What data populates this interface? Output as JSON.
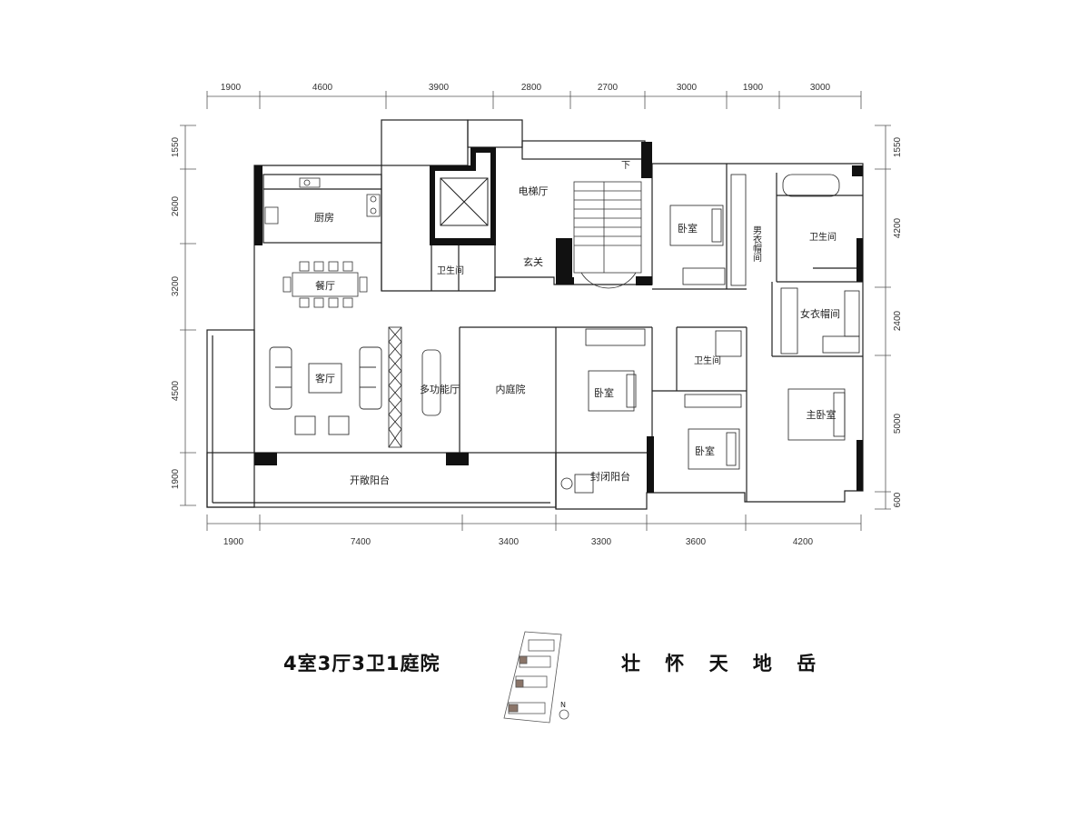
{
  "dimensions": {
    "top": [
      "1900",
      "4600",
      "3900",
      "2800",
      "2700",
      "3000",
      "1900",
      "3000"
    ],
    "bottom": [
      "1900",
      "7400",
      "3400",
      "3300",
      "3600",
      "4200"
    ],
    "left": [
      "1550",
      "2600",
      "3200",
      "4500",
      "1900"
    ],
    "right": [
      "1550",
      "4200",
      "2400",
      "5000",
      "600"
    ]
  },
  "rooms": {
    "kitchen": "厨房",
    "dining": "餐厅",
    "living": "客厅",
    "multifunction": "多功能厅",
    "courtyard": "内庭院",
    "open_balcony": "开敞阳台",
    "closed_balcony": "封闭阳台",
    "elevator_hall": "电梯厅",
    "foyer": "玄关",
    "bathroom_1": "卫生间",
    "bathroom_2": "卫生间",
    "bathroom_3": "卫生间",
    "bedroom_1": "卧室",
    "bedroom_2": "卧室",
    "bedroom_3": "卧室",
    "master_bedroom": "主卧室",
    "mens_closet": "男衣帽间",
    "womens_closet": "女衣帽间",
    "stair_down": "下"
  },
  "layout_caption": "4室3厅3卫1庭院",
  "project_caption": "壮 怀 天 地 岳",
  "north_label": "N"
}
